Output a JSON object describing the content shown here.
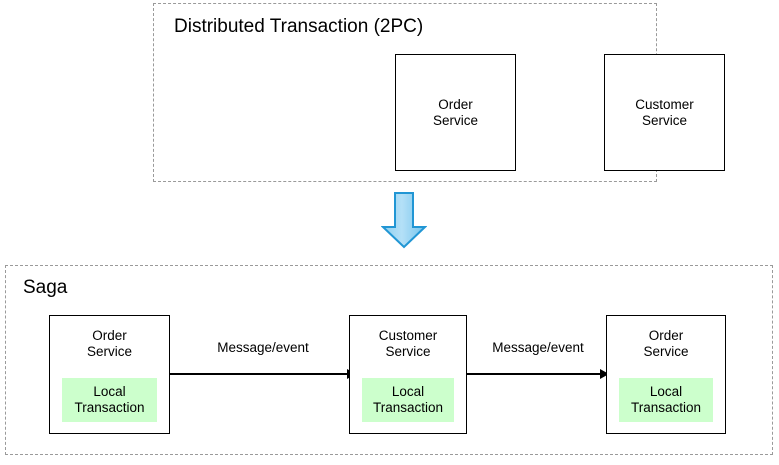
{
  "diagram": {
    "title_2pc": "Distributed Transaction (2PC)",
    "title_saga": "Saga",
    "transition_arrow_icon": "down-arrow-icon",
    "colors": {
      "local_transaction_fill": "#ccffcc",
      "group_border": "#9a9a9a",
      "box_border": "#000000",
      "arrow_blue_light": "#aadcf5",
      "arrow_blue_stroke": "#2196d4"
    },
    "group_2pc": {
      "label": "Distributed Transaction (2PC)",
      "services": [
        {
          "line1": "Order",
          "line2": "Service"
        },
        {
          "line1": "Customer",
          "line2": "Service"
        }
      ]
    },
    "group_saga": {
      "label": "Saga",
      "services": [
        {
          "line1": "Order",
          "line2": "Service",
          "local_txn_line1": "Local",
          "local_txn_line2": "Transaction"
        },
        {
          "line1": "Customer",
          "line2": "Service",
          "local_txn_line1": "Local",
          "local_txn_line2": "Transaction"
        },
        {
          "line1": "Order",
          "line2": "Service",
          "local_txn_line1": "Local",
          "local_txn_line2": "Transaction"
        }
      ],
      "edges": [
        {
          "label": "Message/event"
        },
        {
          "label": "Message/event"
        }
      ]
    }
  }
}
